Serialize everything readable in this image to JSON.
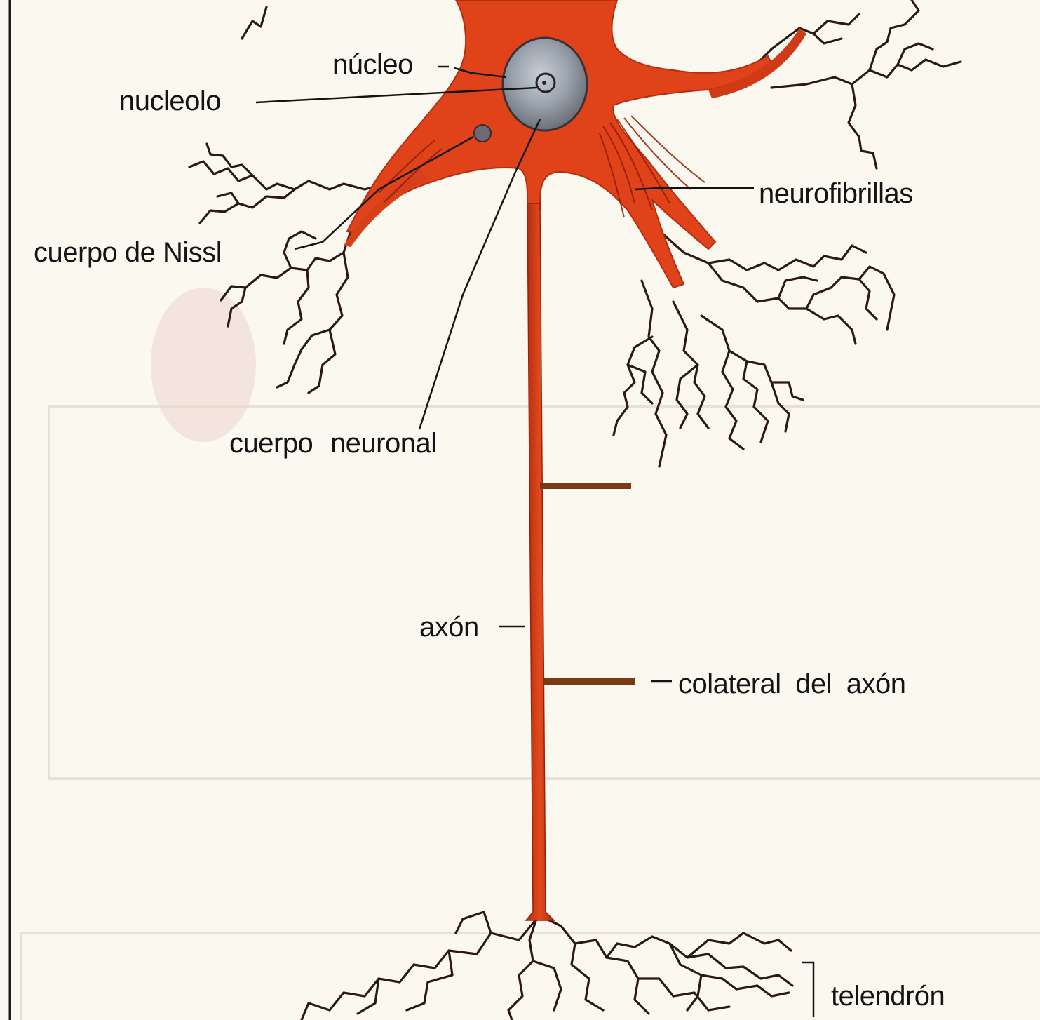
{
  "labels": {
    "nucleo": "núcleo",
    "nucleolo": "nucleolo",
    "neurofibrillas": "neurofibrillas",
    "cuerpo_nissl": "cuerpo de Nissl",
    "cuerpo_neuronal": "cuerpo neuronal",
    "axon": "axón",
    "colateral": "colateral del axón",
    "telendron": "telendrón"
  },
  "colors": {
    "background": "#fbf8f0",
    "neuron_fill": "#e0431a",
    "neuron_dark": "#a8230d",
    "nucleus": "#9aa2ad",
    "ink": "#141414",
    "dendrite": "#2a1a12"
  }
}
